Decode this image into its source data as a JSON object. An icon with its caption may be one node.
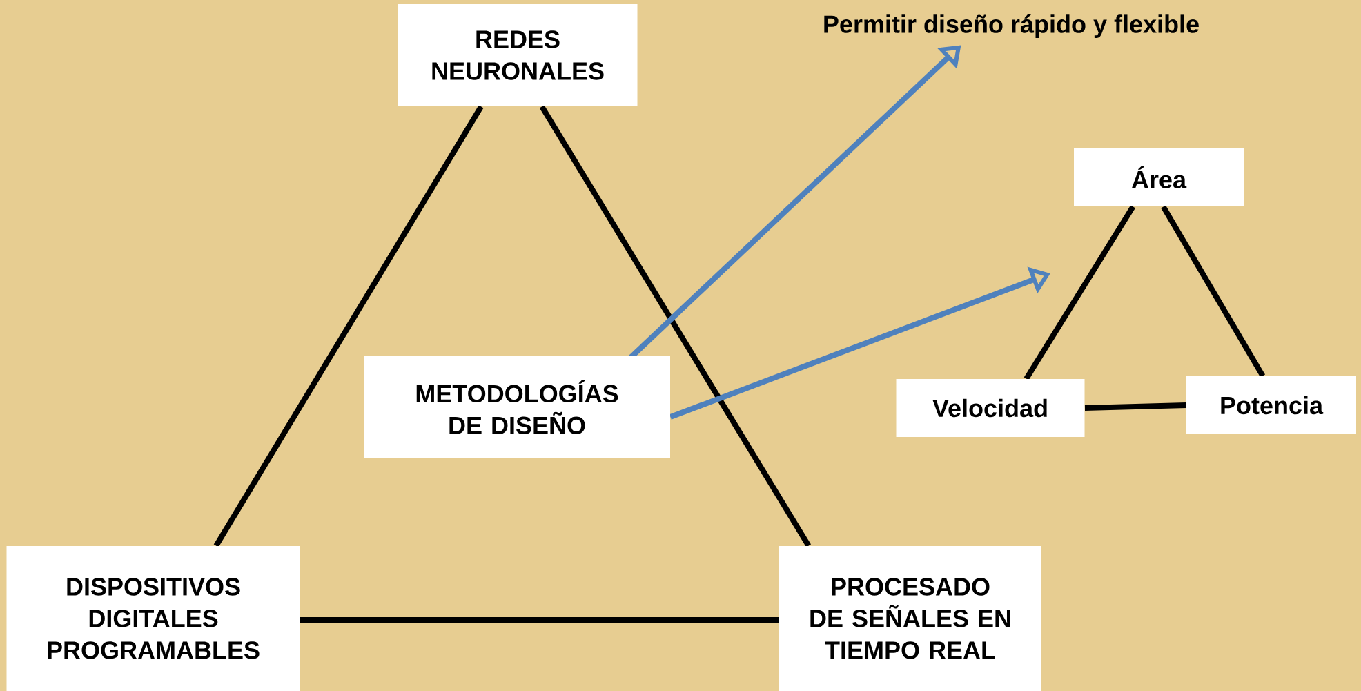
{
  "diagram": {
    "nodes": [
      {
        "text": [
          "REDES NEURONALES"
        ]
      },
      {
        "text": [
          "Permitir diseño rápido y flexible"
        ]
      },
      {
        "text": [
          "Área"
        ]
      },
      {
        "text": [
          "METODOLOGÍAS DE DISEÑO"
        ]
      },
      {
        "text": [
          "Velocidad"
        ]
      },
      {
        "text": [
          "Potencia"
        ]
      },
      {
        "text": [
          "DISPOSITIVOS DIGITALES PROGRAMABLES"
        ]
      },
      {
        "text": [
          "PROCESADO DE SEÑALES EN TIEMPO REAL"
        ]
      }
    ],
    "edges": [
      {
        "from": 0,
        "to": 6,
        "arrow": "none"
      },
      {
        "from": 0,
        "to": 7,
        "arrow": "none"
      },
      {
        "from": 6,
        "to": 7,
        "arrow": "none"
      },
      {
        "from": 3,
        "to": 1,
        "arrow": "to",
        "color": "#4f81bd"
      },
      {
        "from": 3,
        "to": null,
        "arrow": "to",
        "color": "#4f81bd"
      },
      {
        "from": 2,
        "to": 4,
        "arrow": "none"
      },
      {
        "from": 2,
        "to": 5,
        "arrow": "none"
      },
      {
        "from": 4,
        "to": 5,
        "arrow": "none"
      }
    ]
  }
}
